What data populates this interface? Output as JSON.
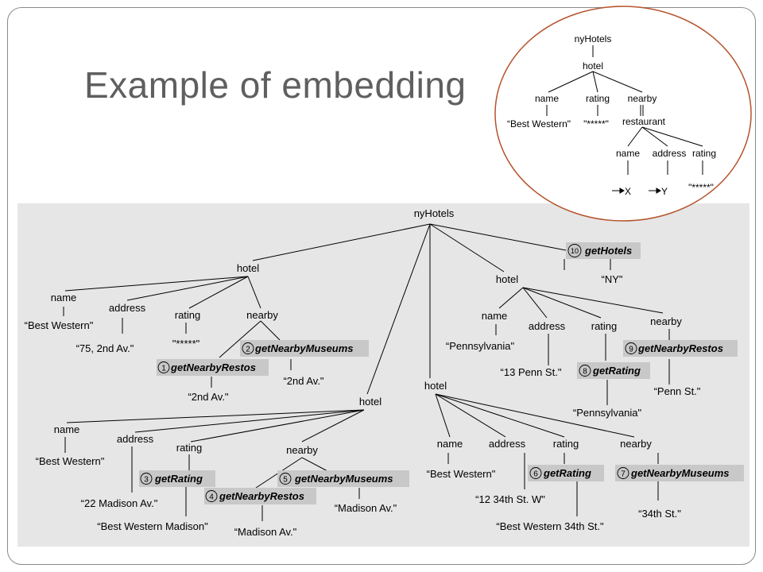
{
  "title": "Example of embedding",
  "inset": {
    "root": "nyHotels",
    "hotel": "hotel",
    "name": "name",
    "rating": "rating",
    "nearby": "nearby",
    "name_val": "“Best Western\"",
    "rating_val": "\"*****\"",
    "restaurant": "restaurant",
    "r_name": "name",
    "r_address": "address",
    "r_rating": "rating",
    "r_name_val": "X",
    "r_address_val": "Y",
    "r_rating_val": "\"*****\""
  },
  "tree": {
    "root": "nyHotels",
    "h1": {
      "label": "hotel",
      "name": "name",
      "name_val": "“Best Western\"",
      "address": "address",
      "address_val": "“75, 2nd Av.\"",
      "rating": "rating",
      "rating_val": "\"*****\"",
      "nearby": "nearby",
      "call1_num": "1",
      "call1": "getNearbyRestos",
      "call1_arg": "“2nd Av.\"",
      "call2_num": "2",
      "call2": "getNearbyMuseums",
      "call2_arg": "“2nd Av.\""
    },
    "h2": {
      "label": "hotel",
      "name": "name",
      "name_val": "“Best Western\"",
      "address": "address",
      "address_val": "“22 Madison Av.\"",
      "rating": "rating",
      "call3_num": "3",
      "call3": "getRating",
      "call3_arg": "“Best Western Madison\"",
      "nearby": "nearby",
      "call4_num": "4",
      "call4": "getNearbyRestos",
      "call4_arg": "“Madison Av.\"",
      "call5_num": "5",
      "call5": "getNearbyMuseums",
      "call5_arg": "“Madison Av.\""
    },
    "h3": {
      "label": "hotel",
      "name": "name",
      "name_val": "“Best Western\"",
      "address": "address",
      "address_val": "“12 34th St. W\"",
      "rating": "rating",
      "call6_num": "6",
      "call6": "getRating",
      "call6_arg": "“Best Western 34th St.\"",
      "nearby": "nearby",
      "call7_num": "7",
      "call7": "getNearbyMuseums",
      "call7_arg": "“34th St.\""
    },
    "h4": {
      "label": "hotel",
      "name": "name",
      "name_val": "“Pennsylvania\"",
      "address": "address",
      "address_val": "“13 Penn St.\"",
      "rating": "rating",
      "call8_num": "8",
      "call8": "getRating",
      "call8_arg": "“Pennsylvania\"",
      "nearby": "nearby",
      "call9_num": "9",
      "call9": "getNearbyRestos",
      "call9_arg": "“Penn St.\""
    },
    "call10_num": "10",
    "call10": "getHotels",
    "call10_arg": "“NY\""
  }
}
